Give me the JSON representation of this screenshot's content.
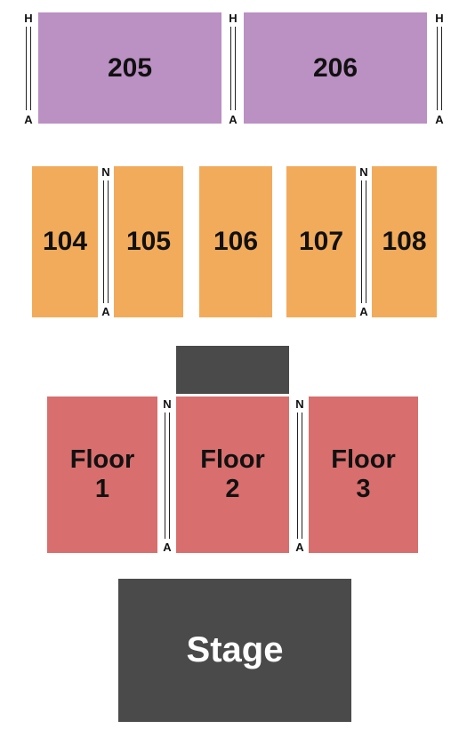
{
  "sections": {
    "s205": "205",
    "s206": "206",
    "s104": "104",
    "s105": "105",
    "s106": "106",
    "s107": "107",
    "s108": "108",
    "floor1": "Floor\n1",
    "floor2": "Floor\n2",
    "floor3": "Floor\n3",
    "stage": "Stage"
  },
  "rows": {
    "h": "H",
    "a": "A",
    "n": "N"
  },
  "colors": {
    "upper_level": "#bb90c3",
    "lower_level": "#f2ab5b",
    "floor_level": "#d86e6d",
    "stage": "#4a4a4a"
  }
}
